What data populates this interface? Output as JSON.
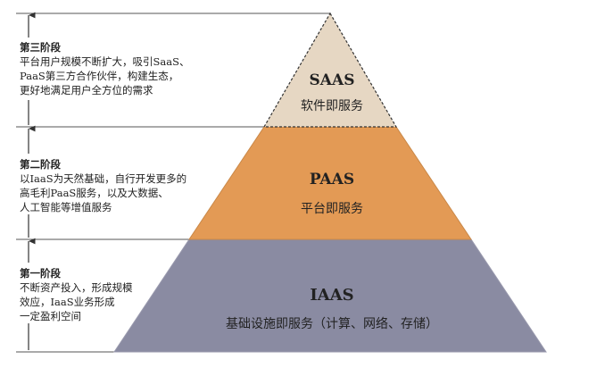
{
  "stages": [
    {
      "title": "第三阶段",
      "desc": "平台用户规模不断扩大，吸引SaaS、\nPaaS第三方合作伙伴，构建生态，\n更好地满足用户全方位的需求"
    },
    {
      "title": "第二阶段",
      "desc": "以IaaS为天然基础，自行开发更多的\n高毛利PaaS服务，以及大数据、\n人工智能等增值服务"
    },
    {
      "title": "第一阶段",
      "desc": "不断资产投入，形成规模\n效应，IaaS业务形成\n一定盈利空间"
    }
  ],
  "layers": [
    {
      "name": "SAAS",
      "subtitle": "软件即服务",
      "color": "#e6d7c3"
    },
    {
      "name": "PAAS",
      "subtitle": "平台即服务",
      "color": "#e39a55"
    },
    {
      "name": "IAAS",
      "subtitle": "基础设施即服务（计算、网络、存储）",
      "color": "#8a8ba2"
    }
  ]
}
